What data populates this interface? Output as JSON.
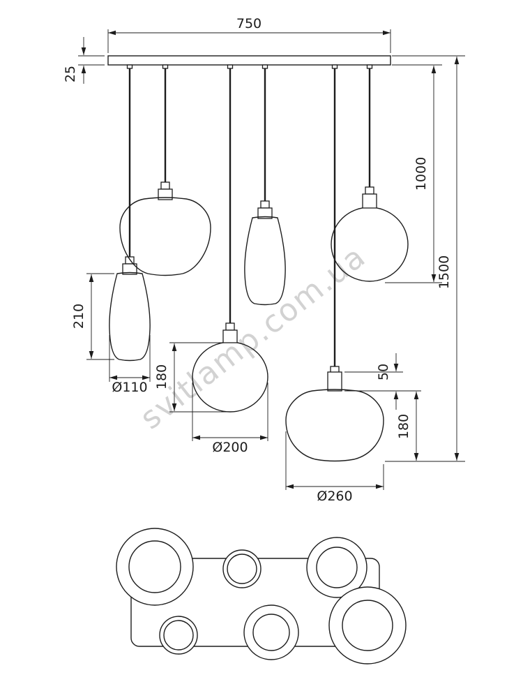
{
  "diagram": {
    "watermark": "svitlamp.com.ua",
    "dimensions": {
      "bar_width": "750",
      "bar_thickness": "25",
      "drop_height": "1000",
      "total_height": "1500",
      "vase_height": "210",
      "vase_diameter": "Ø110",
      "ball_height": "180",
      "ball_diameter": "Ø200",
      "holder_height": "50",
      "bell_height": "180",
      "bell_diameter": "Ø260"
    }
  }
}
